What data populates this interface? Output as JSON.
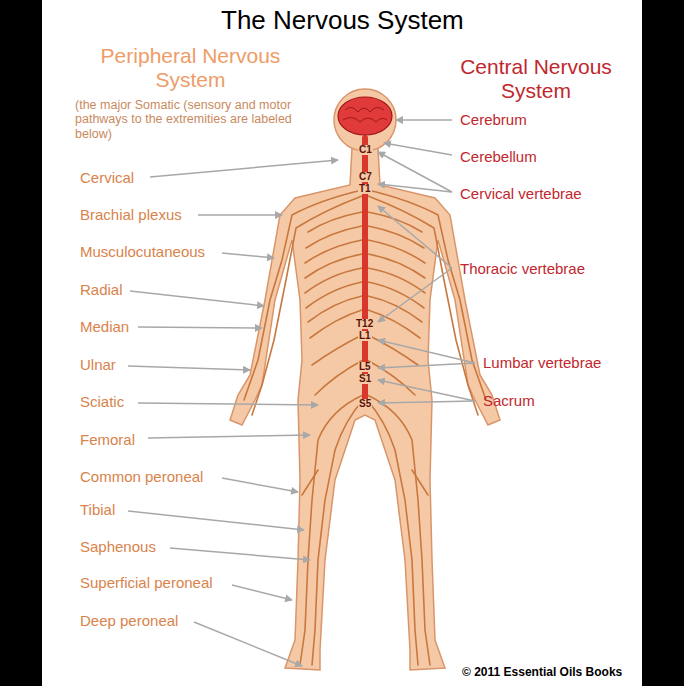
{
  "diagram": {
    "title": "The Nervous System",
    "caption": "© 2011 Essential Oils Books",
    "labels": [
      "Peripheral Nervous System",
      "(the major Somatic (sensory and motor pathways to the extremities are labeled below)",
      "Central Nervous System",
      "Cerebrum",
      "Cerebellum",
      "Cervical vertebrae",
      "Thoracic vertebrae",
      "Lumbar vertebrae",
      "Sacrum",
      "Cervical",
      "Brachial plexus",
      "Musculocutaneous",
      "Radial",
      "Median",
      "Ulnar",
      "Sciatic",
      "Femoral",
      "Common peroneal",
      "Tibial",
      "Saphenous",
      "Superficial peroneal",
      "Deep peroneal",
      "C1",
      "C7",
      "T1",
      "T12",
      "L1",
      "L5",
      "S1",
      "S5"
    ]
  }
}
